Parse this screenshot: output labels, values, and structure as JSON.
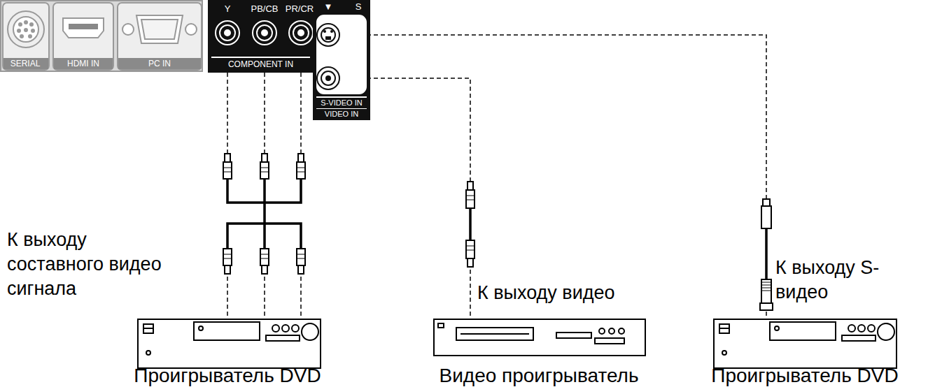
{
  "diagram": {
    "nodes": [
      {
        "text": [
          "SERIAL"
        ]
      },
      {
        "text": [
          "HDMI IN"
        ]
      },
      {
        "text": [
          "PC IN"
        ]
      },
      {
        "text": [
          "Y",
          "PB/CB",
          "PR/CR",
          "COMPONENT IN"
        ]
      },
      {
        "text": [
          "▼",
          "S",
          "S-VIDEO IN",
          "VIDEO IN"
        ]
      },
      {
        "text": [
          "Проигрыватель DVD"
        ]
      },
      {
        "text": [
          "Видео проигрыватель"
        ]
      },
      {
        "text": [
          "Проигрыватель DVD"
        ]
      }
    ],
    "edges": [
      {
        "from": 5,
        "to": 3,
        "arrow": "none",
        "label": "К выходу составного видео сигнала"
      },
      {
        "from": 6,
        "to": 4,
        "arrow": "none",
        "label": "К выходу видео"
      },
      {
        "from": 7,
        "to": 4,
        "arrow": "none",
        "label": "К выходу S-видео"
      }
    ]
  }
}
